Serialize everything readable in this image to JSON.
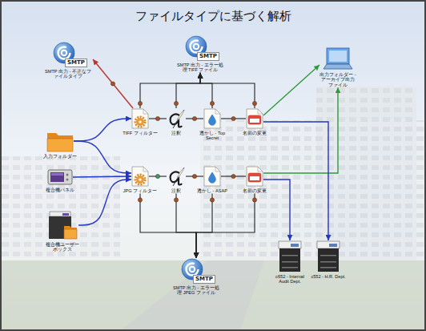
{
  "diagram": {
    "title": "ファイルタイプに基づく解析",
    "nodes": [
      {
        "text": [
          "SMTP 出力 - 不正なファイルタイプ"
        ]
      },
      {
        "text": [
          "SMTP 出力 - エラー処理 TIFF ファイル"
        ]
      },
      {
        "text": [
          "出力フォルダー - アーカイブ出力ファイル"
        ]
      },
      {
        "text": [
          "入力フォルダー"
        ]
      },
      {
        "text": [
          "複合機パネル"
        ]
      },
      {
        "text": [
          "複合機ユーザーボックス"
        ]
      },
      {
        "text": [
          "TIFF フィルター"
        ]
      },
      {
        "text": [
          "注釈"
        ]
      },
      {
        "text": [
          "透かし - Top Secret"
        ]
      },
      {
        "text": [
          "名前の変更"
        ]
      },
      {
        "text": [
          "JPG フィルター"
        ]
      },
      {
        "text": [
          "注釈"
        ]
      },
      {
        "text": [
          "透かし - ASAP"
        ]
      },
      {
        "text": [
          "名前の変更"
        ]
      },
      {
        "text": [
          "SMTP 出力 - エラー処理 JPEG ファイル"
        ]
      },
      {
        "text": [
          "c652 - Internal Audit Dept."
        ]
      },
      {
        "text": [
          "c552 - H.R. Dept."
        ]
      }
    ],
    "edges": [
      {
        "from": 3,
        "to": 6,
        "arrow": "to"
      },
      {
        "from": 3,
        "to": 10,
        "arrow": "to"
      },
      {
        "from": 4,
        "to": 10,
        "arrow": "to"
      },
      {
        "from": 5,
        "to": 10,
        "arrow": "to"
      },
      {
        "from": 6,
        "to": 0,
        "arrow": "to"
      },
      {
        "from": 6,
        "to": 7,
        "arrow": "none"
      },
      {
        "from": 7,
        "to": 8,
        "arrow": "none"
      },
      {
        "from": 8,
        "to": 9,
        "arrow": "none"
      },
      {
        "from": 10,
        "to": 11,
        "arrow": "none"
      },
      {
        "from": 11,
        "to": 12,
        "arrow": "none"
      },
      {
        "from": 12,
        "to": 13,
        "arrow": "none"
      },
      {
        "from": 6,
        "to": 1,
        "arrow": "to"
      },
      {
        "from": 7,
        "to": 1,
        "arrow": "to"
      },
      {
        "from": 8,
        "to": 1,
        "arrow": "to"
      },
      {
        "from": 9,
        "to": 1,
        "arrow": "to"
      },
      {
        "from": 10,
        "to": 14,
        "arrow": "to"
      },
      {
        "from": 11,
        "to": 14,
        "arrow": "to"
      },
      {
        "from": 12,
        "to": 14,
        "arrow": "to"
      },
      {
        "from": 13,
        "to": 14,
        "arrow": "to"
      },
      {
        "from": 9,
        "to": 2,
        "arrow": "to"
      },
      {
        "from": 13,
        "to": 2,
        "arrow": "to"
      },
      {
        "from": 9,
        "to": 16,
        "arrow": "to"
      },
      {
        "from": 13,
        "to": 15,
        "arrow": "to"
      }
    ],
    "labels": [
      "SMTP",
      "SMTP",
      "SMTP"
    ]
  }
}
